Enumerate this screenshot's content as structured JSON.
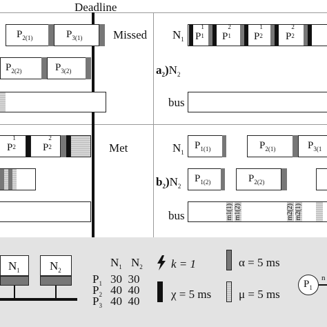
{
  "deadline_label": "Deadline",
  "status": {
    "missed": "Missed",
    "met": "Met"
  },
  "procs": {
    "p21": "P",
    "p21_sub": "2(1)",
    "p31": "P",
    "p31_sub": "3(1)",
    "p22": "P",
    "p22_sub": "2(2)",
    "p32": "P",
    "p32_sub": "3(2)",
    "p_sub2": "2",
    "p_sup1": "1",
    "p_sup2": "2",
    "p11b": "P",
    "p11b_sub": "1(1)",
    "p21b": "P",
    "p21b_sub": "2(1)",
    "p31b": "P",
    "p31b_sub": "3(1",
    "p12b": "P",
    "p12b_sub": "1(2)",
    "p22b": "P",
    "p22b_sub": "2(2)"
  },
  "nodes": {
    "n": "N",
    "n1_sub": "1",
    "n2_sub": "2",
    "a2": "a",
    "a2_sub": "2",
    "a2_close": ")",
    "b2": "b",
    "b2_sub": "2",
    "b2_close": ")",
    "bus": "bus",
    "p1": "P",
    "p1_sub": "1",
    "s1": "1",
    "s2": "2"
  },
  "messages": {
    "m11": "m",
    "m11_sub": "1(1)",
    "m12": "m",
    "m12_sub": "1(2)",
    "m22": "m",
    "m22_sub": "2(2)",
    "m21": "m",
    "m21_sub": "2(1)"
  },
  "legend": {
    "n1": "N",
    "n1_sub": "1",
    "n2": "N",
    "n2_sub": "2",
    "col_n1": "N",
    "col_n1_sub": "1",
    "col_n2": "N",
    "col_n2_sub": "2",
    "row1": "P",
    "row1_sub": "1",
    "row1_vals": "30  30",
    "row2": "P",
    "row2_sub": "2",
    "row2_vals": "40  40",
    "row3": "P",
    "row3_sub": "3",
    "row3_vals": "40  40",
    "k": "k = 1",
    "chi": "χ = 5 ms",
    "alpha": "α = 5 ms",
    "mu": "μ = 5 ms",
    "p1": "P",
    "p1_sub": "1",
    "cut": "n"
  }
}
